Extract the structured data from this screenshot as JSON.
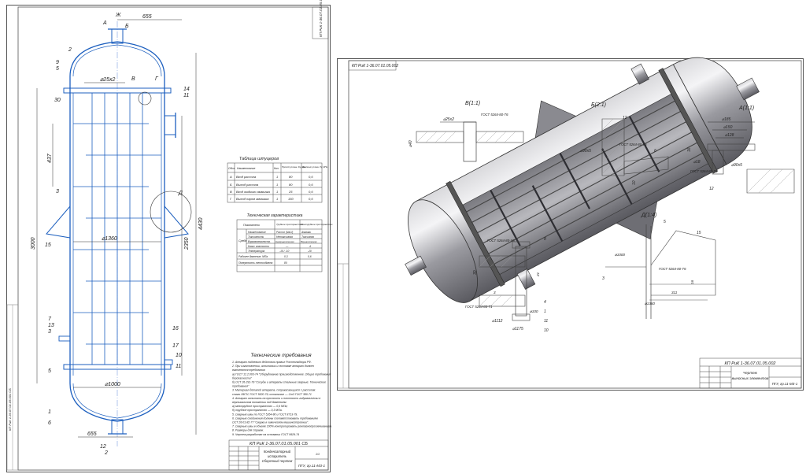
{
  "left_sheet": {
    "labels": {
      "a": "А",
      "b": "Б",
      "v": "В",
      "g": "Г",
      "d": "Д",
      "zh": "Ж",
      "p1": "1",
      "p2": "2",
      "p3": "3",
      "p5": "5",
      "p6": "6",
      "p7": "7",
      "p9": "9",
      "p10": "10",
      "p11": "11",
      "p12": "12",
      "p13": "13",
      "p14": "14",
      "p15": "15",
      "p16": "16",
      "p17": "17",
      "p30": "30"
    },
    "dims": {
      "top655": "655",
      "bot655": "655",
      "d25x2": "⌀25x2",
      "d1360": "⌀1360",
      "d1000": "⌀1000",
      "h3000": "3000",
      "h4430": "4430",
      "h2350": "2350",
      "h437": "437"
    },
    "nozzle_table": {
      "title": "Таблица штуцеров",
      "headers": [
        "Обоз.",
        "Наименование",
        "Кол.",
        "Проход условн. Dу, мм",
        "Давление условн. Pу, МПа"
      ],
      "rows": [
        [
          "А",
          "Вход рассола",
          "1",
          "80",
          "0,6"
        ],
        [
          "Б",
          "Выход рассола",
          "1",
          "80",
          "0,6"
        ],
        [
          "В",
          "Вход жидкого аммиака",
          "1",
          "25",
          "0,6"
        ],
        [
          "Г",
          "Выход паров аммиака",
          "1",
          "150",
          "0,6"
        ]
      ]
    },
    "tech_char": {
      "title": "Техническая характеристика",
      "headers": [
        "Показатели",
        "Трубное пространство",
        "Межтрубное пространство"
      ],
      "side_label": "Среда",
      "rows": [
        [
          "Наименование",
          "Рассол (NaCl)",
          "Аммиак"
        ],
        [
          "Токсичность",
          "Нетоксичная",
          "Токсичная"
        ],
        [
          "Взрывоопасность",
          "Невзрывоопасная",
          "Взрывоопасная"
        ],
        [
          "Класс опасности",
          "—",
          "4"
        ],
        [
          "Температура",
          "-15 / -10",
          "-20"
        ],
        [
          "Рабочее давление, МПа",
          "0,3",
          "0,6"
        ],
        [
          "Поверхность теплообмена",
          "80",
          ""
        ]
      ]
    },
    "req": {
      "title": "Технические требования",
      "lines": [
        "1. Аппарат подлежит действию правил Ростехнадзора РФ.",
        "2. При изготовлении, испытании и поставке аппарат должен",
        "выполнятся требования",
        "а) ГОСТ 12.2.003-74 \"Оборудование производственное. Общие требования",
        "безопасности\"",
        "б) ОСТ 26-291-79 \"Сосуды и аппараты стальные сварные. Технические",
        "требования\"",
        "3. Материал деталей аппарата, соприкасающихся с рассолом:",
        "сталь 09Г2С ГОСТ 5520-79; остальные — Ст3 ГОСТ 380-71",
        "4. Аппарат испытать на прочность и плотность гидравлически в",
        "вертикальном положении под давлением:",
        "а) межтрубное пространство — 0,6 МПа;",
        "б) трубное пространство — 0,3 МПа.",
        "5. Сварные швы по ГОСТ 5264-80 и ГОСТ 8713-79.",
        "6. Сварные соединения должны соответствовать требованиям",
        "ОСТ 26-01-82-77 \"Сварка в химическом машиностроении\".",
        "7. Сварные швы в объеме 100% контролировать рентгенопросвечиванием.",
        "8. Размеры для справок.",
        "9. Чертеж разработан на основании ГОСТ 9929-74"
      ]
    },
    "title_block": {
      "code": "КП РиК 1-36.07.01.05.001 СБ",
      "name1": "Конденсаторный",
      "name2": "испаритель",
      "name3": "Сборочный чертеж",
      "org": "ПГУ, гр.11-МЗ-1",
      "sheet": "1/1"
    },
    "side_text": "КП РиК 1-36.07.01.05.001 СБ"
  },
  "right_sheet": {
    "top_code": "КП РиК 1-36.07.01.05.002",
    "views": {
      "v11": "В(1:1)",
      "b21": "Б(2:1)",
      "a11": "А(1:1)",
      "d14": "Д(1:4)"
    },
    "dims": {
      "d25x2": "⌀25x2",
      "d40": "⌀40",
      "gost1": "ГОСТ 5264-80-Т6",
      "d90x5": "⌀90x5",
      "gost2": "ГОСТ 5264-80-Т6",
      "n12": "12",
      "n6": "6",
      "n10": "10",
      "d185": "⌀185",
      "d150": "⌀150",
      "d128": "⌀128",
      "d90x5b": "⌀90x5",
      "d18": "⌀18",
      "n16": "16",
      "n12b": "12",
      "gost3": "ГОСТ 5264-80-Т6",
      "n5": "5",
      "n15": "15",
      "n3": "3",
      "d1000": "⌀1000",
      "gost4": "ГОСТ 5264-80-Т6",
      "d1360": "⌀1360",
      "n16b": "16",
      "n311": "311",
      "gost5": "ГОСТ 5264-80-У6",
      "n8": "8",
      "n30": "30",
      "n4": "4",
      "n1": "1",
      "n11": "11",
      "n10b": "10",
      "d1175": "⌀1175",
      "d1112": "⌀1112",
      "gost6": "ГОСТ 5264-80-Т1",
      "d100": "⌀100",
      "n21": "21",
      "n3b": "3"
    },
    "title_block": {
      "code": "КП РиК 1-36.07.01.05.002",
      "name1": "Чертеж",
      "name2": "выносных элементов",
      "org": "ПГУ, гр.11-МЗ-1"
    }
  }
}
